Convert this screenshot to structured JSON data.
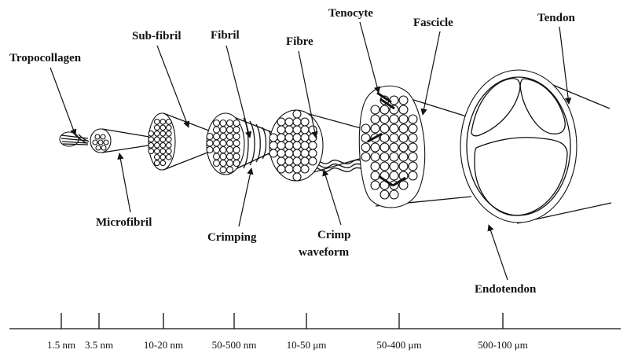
{
  "labels": {
    "tropocollagen": "Tropocollagen",
    "sub_fibril": "Sub-fibril",
    "fibril": "Fibril",
    "fibre": "Fibre",
    "tenocyte": "Tenocyte",
    "fascicle": "Fascicle",
    "tendon": "Tendon",
    "microfibril": "Microfibril",
    "crimping": "Crimping",
    "crimp_waveform_line1": "Crimp",
    "crimp_waveform_line2": "waveform",
    "endotendon": "Endotendon"
  },
  "scale": {
    "ticks": [
      "1.5 nm",
      "3.5 nm",
      "10-20 nm",
      "50-500 nm",
      "10-50 μm",
      "50-400 μm",
      "500-100 μm"
    ]
  }
}
